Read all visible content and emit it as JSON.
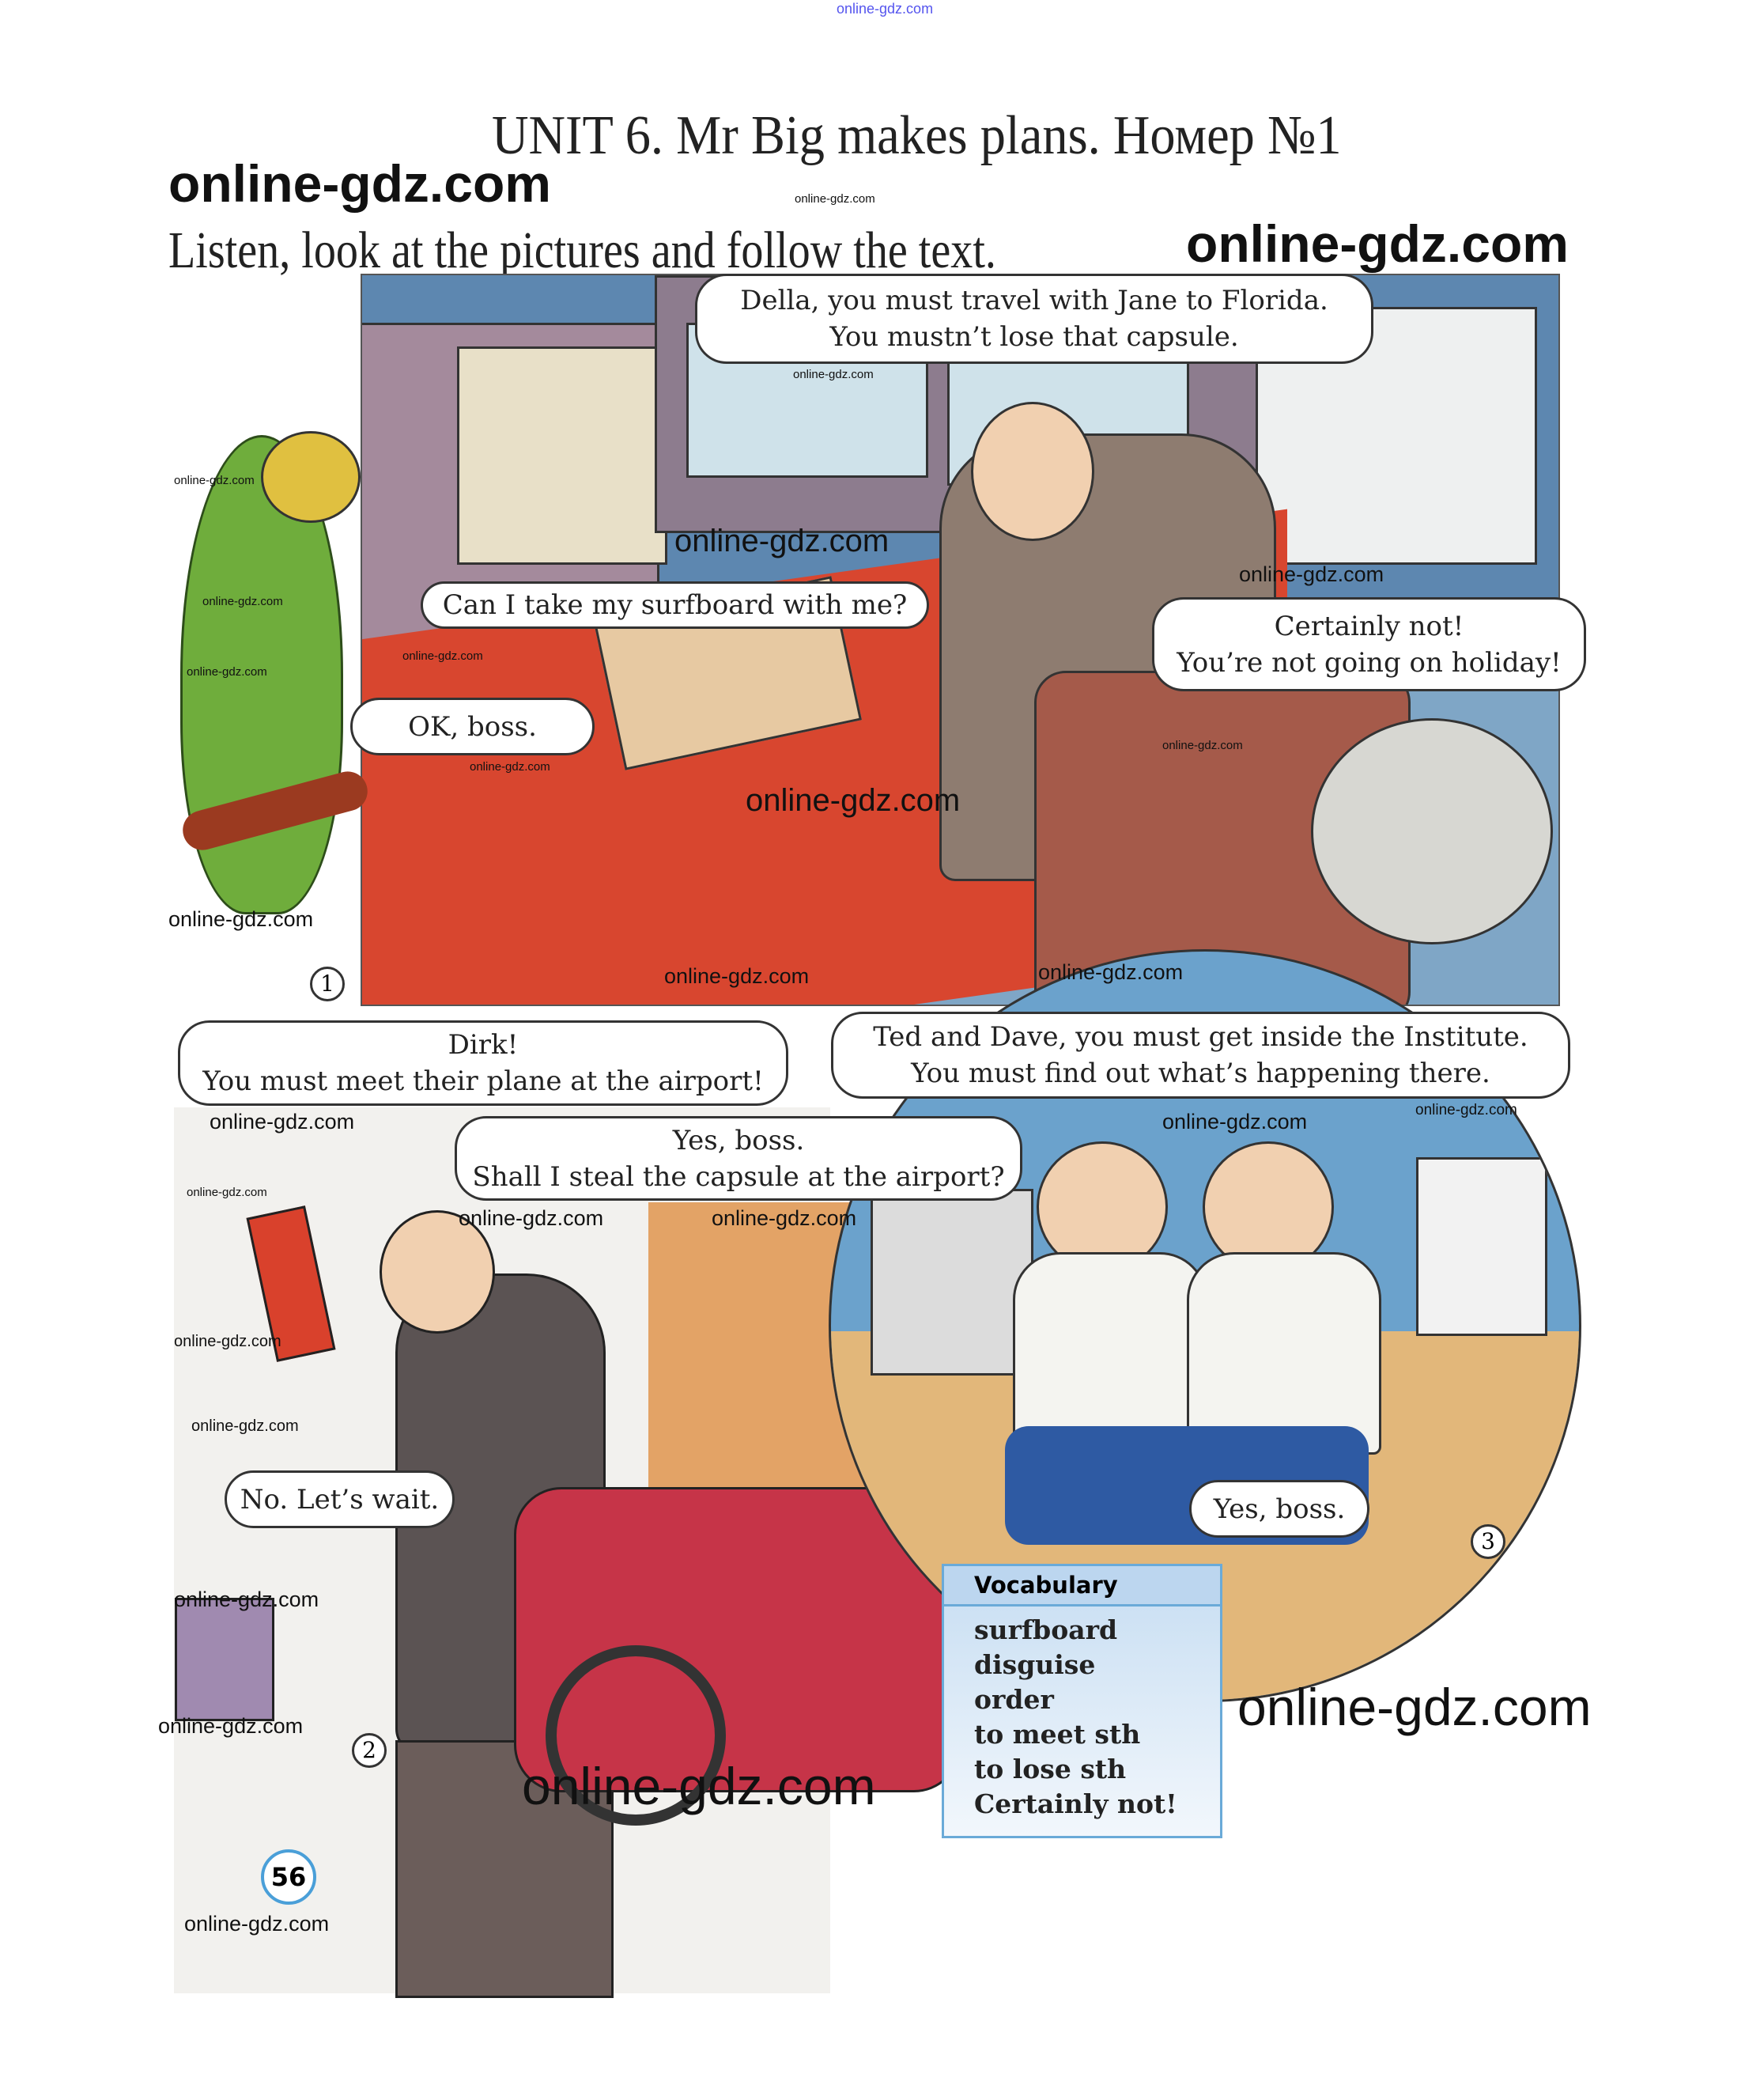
{
  "header": {
    "top_watermark": "online-gdz.com",
    "title": "UNIT 6. Mr Big makes plans. Номер №1",
    "instruction": "Listen, look at the pictures and follow the text."
  },
  "panels": [
    {
      "number": "1",
      "bubbles": [
        {
          "lines": [
            "Della, you must travel with Jane to Florida.",
            "You mustn’t lose that capsule."
          ]
        },
        {
          "lines": [
            "Can I take my surfboard with me?"
          ]
        },
        {
          "lines": [
            "Certainly not!",
            "You’re not going on holiday!"
          ]
        },
        {
          "lines": [
            "OK, boss."
          ]
        }
      ]
    },
    {
      "number": "2",
      "bubbles": [
        {
          "lines": [
            "Dirk!",
            "You must meet their plane at the airport!"
          ]
        },
        {
          "lines": [
            "Yes, boss.",
            "Shall I steal the capsule at the airport?"
          ]
        },
        {
          "lines": [
            "No. Let’s wait."
          ]
        }
      ]
    },
    {
      "number": "3",
      "bubbles": [
        {
          "lines": [
            "Ted and Dave, you must get inside the Institute.",
            "You must find out what’s happening there."
          ]
        },
        {
          "lines": [
            "Yes, boss."
          ]
        }
      ]
    }
  ],
  "vocabulary": {
    "heading": "Vocabulary",
    "items": [
      "surfboard",
      "disguise",
      "order",
      "to meet sth",
      "to lose sth",
      "Certainly not!"
    ]
  },
  "page_number": "56",
  "watermark": "online-gdz.com"
}
